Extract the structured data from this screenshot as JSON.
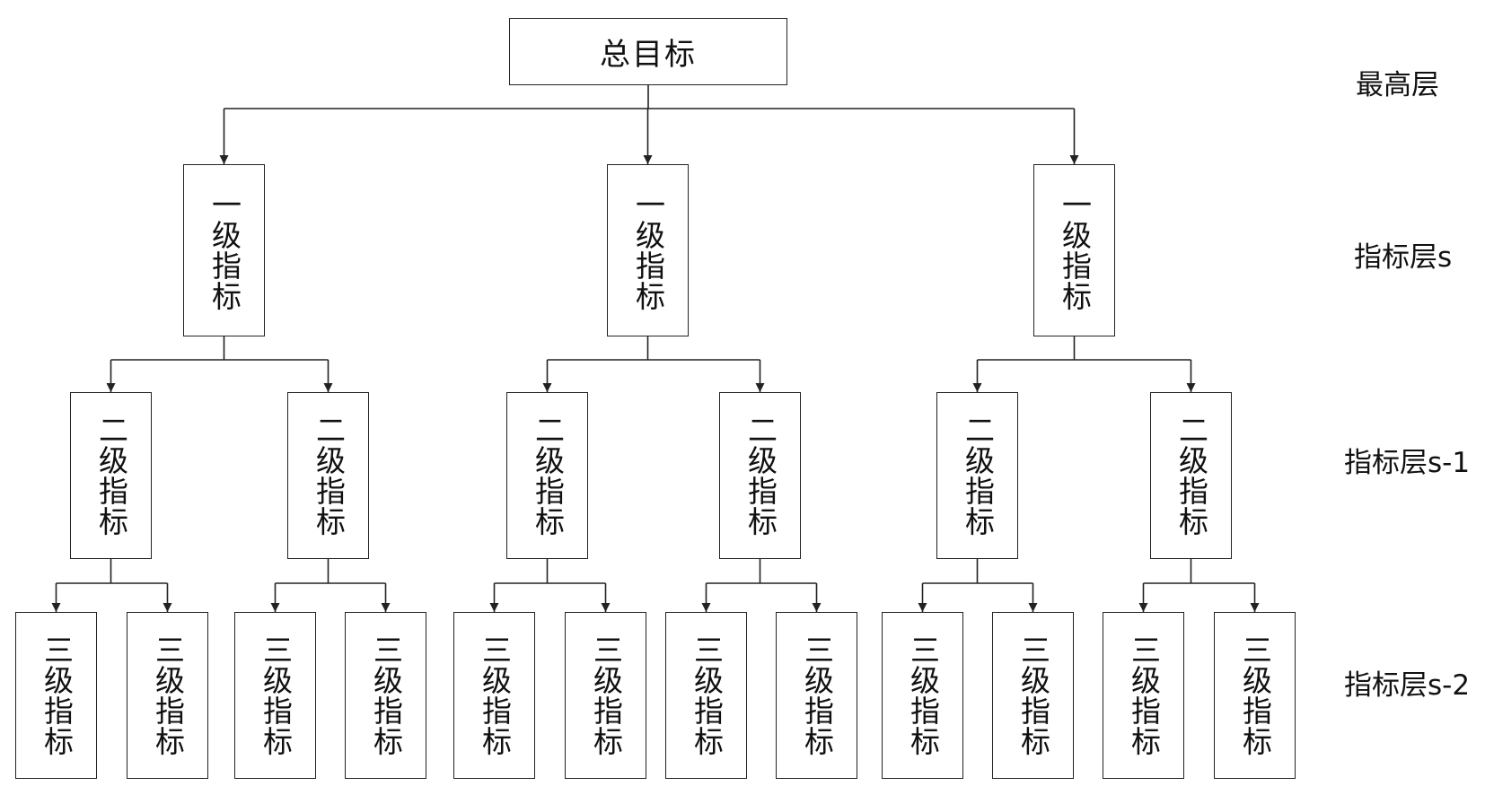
{
  "diagram": {
    "root": {
      "label": "总目标"
    },
    "level1_label": "一级指标",
    "level2_label": "二级指标",
    "level3_label": "三级指标",
    "level1_count": 3,
    "level2_per_parent": 2,
    "level3_per_parent": 2,
    "layers": {
      "top": "最高层",
      "l1": "指标层s",
      "l2": "指标层s-1",
      "l3": "指标层s-2"
    }
  },
  "colors": {
    "line": "#222222",
    "background": "#ffffff"
  }
}
